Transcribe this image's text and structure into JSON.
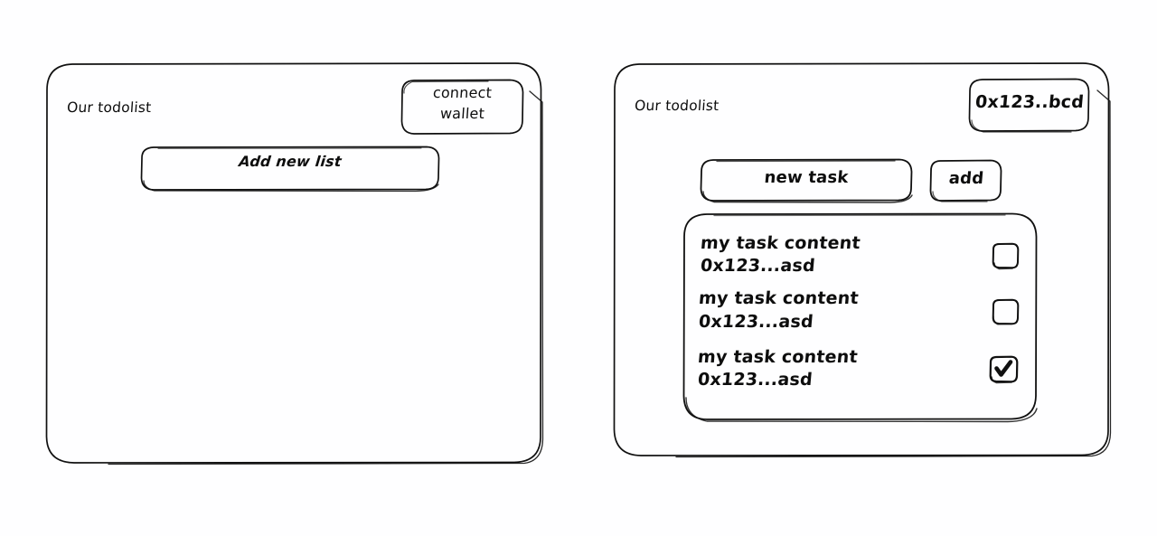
{
  "meta": {
    "background_color": "#fefeff",
    "stroke_color": "#101010",
    "style": "hand-drawn wireframe"
  },
  "screens": [
    {
      "id": "disconnected",
      "name": "todolist-disconnected-screen",
      "title": "Our todolist",
      "wallet_button": {
        "name": "connect-wallet-button",
        "line1": "connect",
        "line2": "wallet"
      },
      "primary_action": {
        "name": "add-new-list-button",
        "label": "Add new list"
      }
    },
    {
      "id": "connected",
      "name": "todolist-connected-screen",
      "title": "Our todolist",
      "wallet_button": {
        "name": "wallet-address-pill",
        "label": "0x123..bcd"
      },
      "new_task_input": {
        "name": "new-task-input",
        "value": "new task"
      },
      "add_button": {
        "name": "add-task-button",
        "label": "add"
      },
      "task_list": {
        "name": "task-list-card",
        "tasks": [
          {
            "content": "my task content",
            "owner": "0x123...asd",
            "done": false,
            "checkbox_glyph": ""
          },
          {
            "content": "my task content",
            "owner": "0x123...asd",
            "done": false,
            "checkbox_glyph": ""
          },
          {
            "content": "my task content",
            "owner": "0x123...asd",
            "done": true,
            "checkbox_glyph": "✔"
          }
        ]
      }
    }
  ]
}
